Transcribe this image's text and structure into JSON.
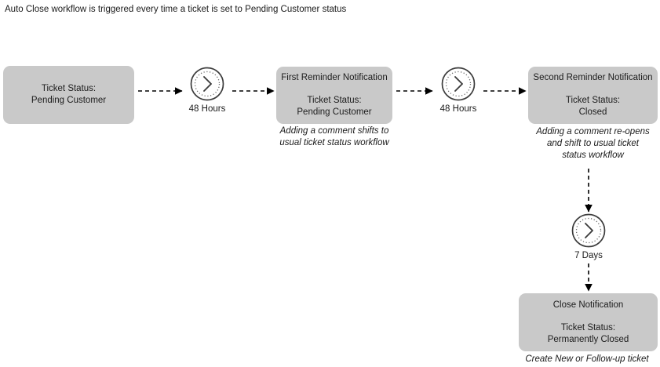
{
  "header": {
    "text": "Auto Close workflow is triggered every time a ticket is set to Pending Customer status"
  },
  "colors": {
    "node_fill": "#c9c9c9",
    "text": "#1a1a1a",
    "connector": "#000000",
    "icon_stroke": "#3c3c3c"
  },
  "nodes": [
    {
      "id": "pending-customer",
      "title": "",
      "status": "Ticket Status:\nPending Customer",
      "caption": ""
    },
    {
      "id": "first-reminder",
      "title": "First Reminder Notification",
      "status": "Ticket Status:\nPending Customer",
      "caption": "Adding a comment shifts to\nusual ticket status workflow"
    },
    {
      "id": "second-reminder",
      "title": "Second Reminder Notification",
      "status": "Ticket Status:\nClosed",
      "caption": "Adding a comment re-opens\nand shift to usual ticket\nstatus workflow"
    },
    {
      "id": "close-notification",
      "title": "Close Notification",
      "status": "Ticket Status:\nPermanently Closed",
      "caption": "Create New or Follow-up ticket"
    }
  ],
  "timers": [
    {
      "id": "timer-48-hours-1",
      "label": "48 Hours",
      "icon": "clock-icon"
    },
    {
      "id": "timer-48-hours-2",
      "label": "48 Hours",
      "icon": "clock-icon"
    },
    {
      "id": "timer-7-days",
      "label": "7 Days",
      "icon": "clock-icon"
    }
  ]
}
